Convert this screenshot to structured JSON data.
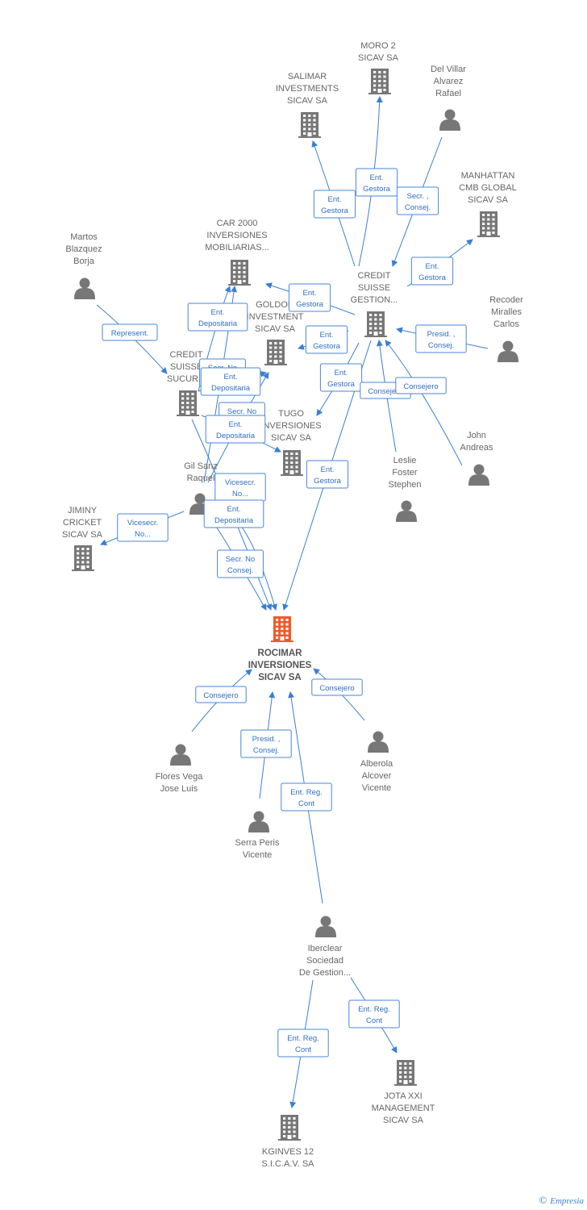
{
  "colors": {
    "edge": "#3b7fd4",
    "node": "#777777",
    "focus": "#f05a28"
  },
  "nodes": {
    "rocimar": {
      "type": "company",
      "focus": true,
      "label": [
        "ROCIMAR",
        "INVERSIONES",
        "SICAV SA"
      ]
    },
    "moro2": {
      "type": "company",
      "label": [
        "MORO 2",
        "SICAV SA"
      ]
    },
    "salimar": {
      "type": "company",
      "label": [
        "SALIMAR",
        "INVESTMENTS",
        "SICAV SA"
      ]
    },
    "delvillar": {
      "type": "person",
      "label": [
        "Del Villar",
        "Alvarez",
        "Rafael"
      ]
    },
    "manhattan": {
      "type": "company",
      "label": [
        "MANHATTAN",
        "CMB GLOBAL",
        "SICAV SA"
      ]
    },
    "car2000": {
      "type": "company",
      "label": [
        "CAR 2000",
        "INVERSIONES",
        "MOBILIARIAS..."
      ]
    },
    "martos": {
      "type": "person",
      "label": [
        "Martos",
        "Blazquez",
        "Borja"
      ]
    },
    "cs_gestion": {
      "type": "company",
      "label": [
        "CREDIT",
        "SUISSE",
        "GESTION..."
      ]
    },
    "recoder": {
      "type": "person",
      "label": [
        "Recoder",
        "Miralles",
        "Carlos"
      ]
    },
    "goldon": {
      "type": "company",
      "label": [
        "GOLDON",
        "INVESTMENT",
        "SICAV SA"
      ]
    },
    "cs_sucursal": {
      "type": "company",
      "label": [
        "CREDIT",
        "SUISSE",
        "SUCUR..."
      ]
    },
    "tugo": {
      "type": "company",
      "label": [
        "TUGO",
        "INVERSIONES",
        "SICAV SA"
      ]
    },
    "john": {
      "type": "person",
      "label": [
        "John",
        "Andreas"
      ]
    },
    "leslie": {
      "type": "person",
      "label": [
        "Leslie",
        "Foster",
        "Stephen"
      ]
    },
    "gilsanz": {
      "type": "person",
      "label": [
        "Gil Sanz",
        "Raquel"
      ]
    },
    "jiminy": {
      "type": "company",
      "label": [
        "JIMINY",
        "CRICKET",
        "SICAV SA"
      ]
    },
    "flores": {
      "type": "person",
      "label": [
        "Flores Vega",
        "Jose Luis"
      ]
    },
    "alberola": {
      "type": "person",
      "label": [
        "Alberola",
        "Alcover",
        "Vicente"
      ]
    },
    "serra": {
      "type": "person",
      "label": [
        "Serra Peris",
        "Vicente"
      ]
    },
    "iberclear": {
      "type": "person",
      "label": [
        "Iberclear",
        "Sociedad",
        "De Gestion..."
      ]
    },
    "jota": {
      "type": "company",
      "label": [
        "JOTA XXI",
        "MANAGEMENT",
        "SICAV SA"
      ]
    },
    "kginves": {
      "type": "company",
      "label": [
        "KGINVES 12",
        "S.I.C.A.V. SA"
      ]
    }
  },
  "edges": [
    {
      "from": "cs_gestion",
      "to": "moro2",
      "label": [
        "Ent.",
        "Gestora"
      ]
    },
    {
      "from": "cs_gestion",
      "to": "salimar",
      "label": [
        "Ent.",
        "Gestora"
      ]
    },
    {
      "from": "delvillar",
      "to": "cs_gestion",
      "label": [
        "Secr. ,",
        "Consej."
      ]
    },
    {
      "from": "cs_gestion",
      "to": "manhattan",
      "label": [
        "Ent.",
        "Gestora"
      ]
    },
    {
      "from": "cs_gestion",
      "to": "car2000",
      "label": [
        "Ent.",
        "Gestora"
      ]
    },
    {
      "from": "cs_gestion",
      "to": "goldon",
      "label": [
        "Ent.",
        "Gestora"
      ]
    },
    {
      "from": "recoder",
      "to": "cs_gestion",
      "label": [
        "Presid. ,",
        "Consej."
      ]
    },
    {
      "from": "cs_gestion",
      "to": "tugo",
      "label": [
        "Ent.",
        "Gestora"
      ]
    },
    {
      "from": "leslie",
      "to": "cs_gestion",
      "label": [
        "Consejero"
      ]
    },
    {
      "from": "john",
      "to": "cs_gestion",
      "label": [
        "Consejero"
      ]
    },
    {
      "from": "cs_gestion",
      "to": "rocimar",
      "label": [
        "Ent.",
        "Gestora"
      ]
    },
    {
      "from": "martos",
      "to": "cs_sucursal",
      "label": [
        "Represent."
      ]
    },
    {
      "from": "cs_sucursal",
      "to": "car2000",
      "label": [
        "Ent.",
        "Depositaria"
      ]
    },
    {
      "from": "gilsanz",
      "to": "car2000",
      "label": [
        "Secr. No",
        "Consej."
      ]
    },
    {
      "from": "cs_sucursal",
      "to": "goldon",
      "label": [
        "Ent.",
        "Depositaria"
      ]
    },
    {
      "from": "gilsanz",
      "to": "goldon",
      "label": [
        "Secr. No",
        "Consej."
      ]
    },
    {
      "from": "cs_sucursal",
      "to": "tugo",
      "label": [
        "Ent.",
        "Depositaria"
      ]
    },
    {
      "from": "gilsanz",
      "to": "jiminy",
      "label": [
        "Vicesecr.",
        "No..."
      ]
    },
    {
      "from": "gilsanz",
      "to": "rocimar",
      "label": [
        "Vicesecr.",
        "No..."
      ]
    },
    {
      "from": "cs_sucursal",
      "to": "rocimar",
      "label": [
        "Ent.",
        "Depositaria"
      ]
    },
    {
      "from": "gilsanz",
      "to": "rocimar",
      "label": [
        "Secr. No",
        "Consej."
      ]
    },
    {
      "from": "flores",
      "to": "rocimar",
      "label": [
        "Consejero"
      ]
    },
    {
      "from": "alberola",
      "to": "rocimar",
      "label": [
        "Consejero"
      ]
    },
    {
      "from": "serra",
      "to": "rocimar",
      "label": [
        "Presid. ,",
        "Consej."
      ]
    },
    {
      "from": "iberclear",
      "to": "rocimar",
      "label": [
        "Ent. Reg.",
        "Cont"
      ]
    },
    {
      "from": "iberclear",
      "to": "jota",
      "label": [
        "Ent. Reg.",
        "Cont"
      ]
    },
    {
      "from": "iberclear",
      "to": "kginves",
      "label": [
        "Ent. Reg.",
        "Cont"
      ]
    }
  ],
  "footer": {
    "symbol": "©",
    "brand": "Empresia"
  }
}
